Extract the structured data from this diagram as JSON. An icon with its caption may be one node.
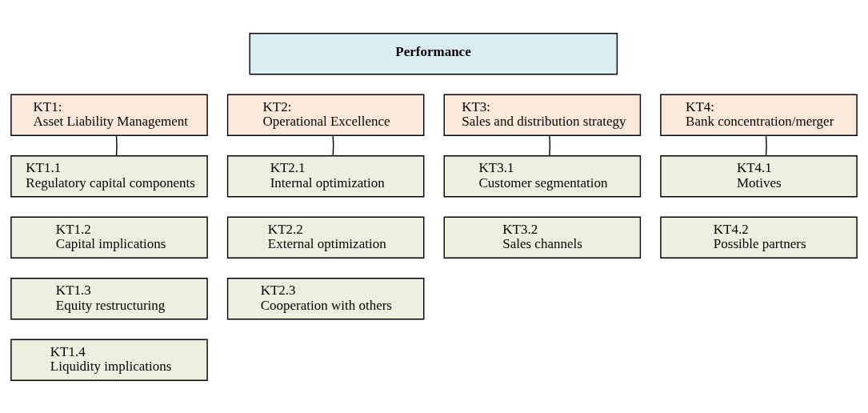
{
  "diagram": {
    "nodes": [
      {
        "text": [
          "Performance"
        ]
      },
      {
        "text": [
          "KT1:",
          "Asset Liability Management"
        ]
      },
      {
        "text": [
          "KT2:",
          "Operational Excellence"
        ]
      },
      {
        "text": [
          "KT3:",
          "Sales and distribution strategy"
        ]
      },
      {
        "text": [
          "KT4:",
          "Bank concentration/merger"
        ]
      },
      {
        "text": [
          "KT1.1",
          "Regulatory capital components"
        ]
      },
      {
        "text": [
          "KT2.1",
          "Internal optimization"
        ]
      },
      {
        "text": [
          "KT3.1",
          "Customer segmentation"
        ]
      },
      {
        "text": [
          "KT4.1",
          "Motives"
        ]
      },
      {
        "text": [
          "KT1.2",
          "Capital implications"
        ]
      },
      {
        "text": [
          "KT2.2",
          "External optimization"
        ]
      },
      {
        "text": [
          "KT3.2",
          "Sales channels"
        ]
      },
      {
        "text": [
          "KT4.2",
          "Possible partners"
        ]
      },
      {
        "text": [
          "KT1.3",
          "Equity restructuring"
        ]
      },
      {
        "text": [
          "KT2.3",
          "Cooperation with others"
        ]
      },
      {
        "text": [
          "KT1.4",
          "Liquidity implications"
        ]
      }
    ],
    "edges": [
      {
        "from": 1,
        "to": 5,
        "arrow": "none"
      },
      {
        "from": 2,
        "to": 6,
        "arrow": "none"
      },
      {
        "from": 3,
        "to": 7,
        "arrow": "none"
      },
      {
        "from": 4,
        "to": 8,
        "arrow": "none"
      }
    ]
  }
}
